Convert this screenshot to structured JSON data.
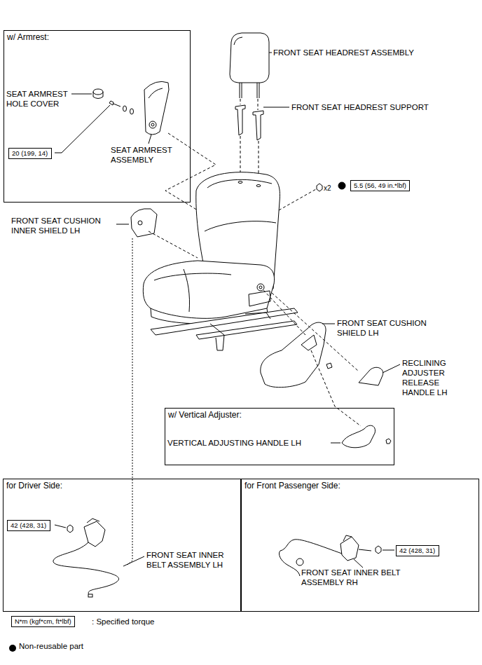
{
  "diagram": {
    "nodes": [
      {
        "text": [
          "w/ Armrest:"
        ]
      },
      {
        "text": [
          "20 (199, 14)"
        ],
        "in": 0
      },
      {
        "text": [
          "5.5 (56, 49 in.*lbf)"
        ]
      },
      {
        "text": [
          "w/ Vertical Adjuster:"
        ]
      },
      {
        "text": [
          "for Driver Side:"
        ]
      },
      {
        "text": [
          "42 (428, 31)"
        ],
        "in": 4
      },
      {
        "text": [
          "for Front Passenger Side:"
        ]
      },
      {
        "text": [
          "42 (428, 31)"
        ],
        "in": 6
      },
      {
        "text": [
          "N*m (kgf*cm, ft*lbf)"
        ]
      }
    ],
    "labels": [
      "FRONT SEAT HEADREST ASSEMBLY",
      "FRONT SEAT HEADREST SUPPORT",
      "x2",
      "SEAT ARMREST HOLE COVER",
      "SEAT ARMREST ASSEMBLY",
      "FRONT SEAT CUSHION INNER SHIELD LH",
      "FRONT SEAT CUSHION SHIELD LH",
      "RECLINING ADJUSTER RELEASE HANDLE LH",
      "VERTICAL ADJUSTING HANDLE LH",
      "FRONT SEAT INNER BELT ASSEMBLY LH",
      "FRONT SEAT INNER BELT ASSEMBLY RH",
      ": Specified torque"
    ],
    "legend": [
      {
        "text": "Non-reusable part",
        "color": "#000000"
      }
    ]
  }
}
